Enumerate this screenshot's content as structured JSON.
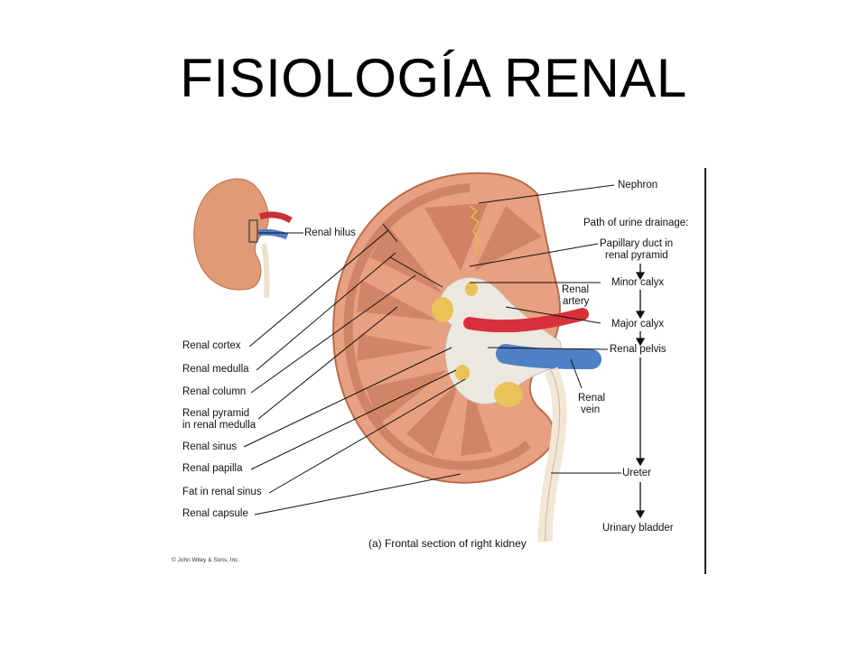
{
  "slide": {
    "title": "FISIOLOGÍA RENAL"
  },
  "figure": {
    "left_labels": {
      "renal_cortex": "Renal cortex",
      "renal_medulla": "Renal medulla",
      "renal_column": "Renal column",
      "renal_pyramid_1": "Renal pyramid",
      "renal_pyramid_2": "in renal medulla",
      "renal_sinus": "Renal sinus",
      "renal_papilla": "Renal papilla",
      "fat_in_renal_sinus": "Fat in renal sinus",
      "renal_capsule": "Renal capsule"
    },
    "top_labels": {
      "renal_hilus": "Renal hilus",
      "nephron": "Nephron"
    },
    "right_labels": {
      "path_heading": "Path of urine drainage:",
      "papillary_duct_1": "Papillary duct in",
      "papillary_duct_2": "renal pyramid",
      "minor_calyx": "Minor calyx",
      "renal_artery_1": "Renal",
      "renal_artery_2": "artery",
      "major_calyx": "Major calyx",
      "renal_pelvis": "Renal pelvis",
      "renal_vein_1": "Renal",
      "renal_vein_2": "vein",
      "ureter": "Ureter",
      "urinary_bladder": "Urinary bladder"
    },
    "caption": "(a) Frontal section of right kidney",
    "copyright": "© John Wiley & Sons, Inc."
  },
  "colors": {
    "kidney": "#e29a7a",
    "cortex": "#d98a68",
    "medulla": "#c9785c",
    "artery": "#d8303a",
    "vein": "#4f7fc4",
    "pelvis": "#ece8e0",
    "fat": "#e9c25a"
  }
}
